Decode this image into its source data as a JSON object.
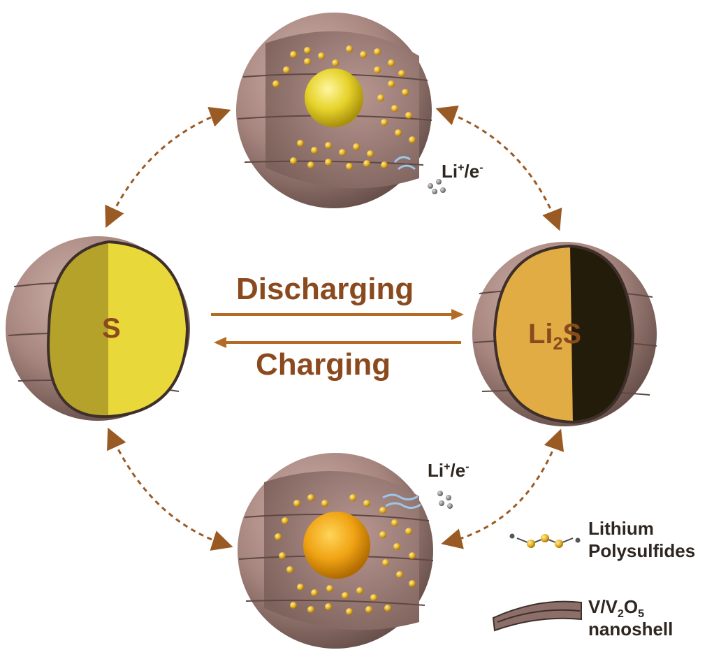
{
  "labels": {
    "discharging": "Discharging",
    "charging": "Charging",
    "sulfur": "S",
    "li2s_base": "Li",
    "li2s_sub": "2",
    "li2s_tail": "S",
    "li_ion_base": "Li",
    "li_ion_sup": "+",
    "li_ion_mid": "/e",
    "li_ion_sup2": "-"
  },
  "legend": {
    "polysulfide_line1": "Lithium",
    "polysulfide_line2": "Polysulfides",
    "shell_v": "V/V",
    "shell_sub2": "2",
    "shell_o": "O",
    "shell_sub5": "5",
    "shell_line2": "nanoshell"
  },
  "colors": {
    "shell": "#a6857e",
    "shell_dark": "#6e5550",
    "arrow": "#9a5a24",
    "sulfur_light": "#e9d83a",
    "sulfur_dark": "#b4a22a",
    "li2s_light": "#e1ac43",
    "li2s_dark": "#231c0b",
    "bead": "#e3ad1e"
  }
}
